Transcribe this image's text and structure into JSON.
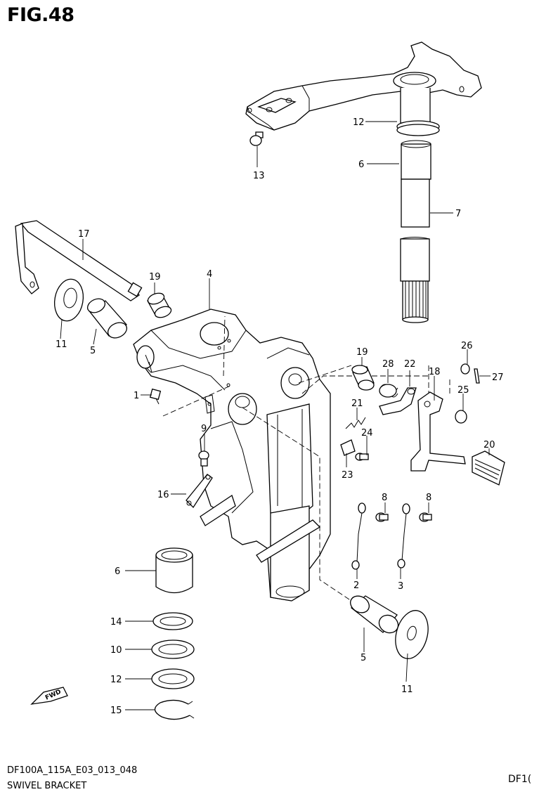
{
  "figure": {
    "title": "FIG.48",
    "reference_code": "DF100A_115A_E03_013_048",
    "part_name": "SWIVEL BRACKET",
    "right_reference": "DF1("
  },
  "callouts": [
    {
      "id": "c12a",
      "label": "12"
    },
    {
      "id": "c13",
      "label": "13"
    },
    {
      "id": "c6a",
      "label": "6"
    },
    {
      "id": "c7",
      "label": "7"
    },
    {
      "id": "c17",
      "label": "17"
    },
    {
      "id": "c19a",
      "label": "19"
    },
    {
      "id": "c4",
      "label": "4"
    },
    {
      "id": "c11a",
      "label": "11"
    },
    {
      "id": "c5a",
      "label": "5"
    },
    {
      "id": "c1",
      "label": "1"
    },
    {
      "id": "c9",
      "label": "9"
    },
    {
      "id": "c16",
      "label": "16"
    },
    {
      "id": "c19b",
      "label": "19"
    },
    {
      "id": "c28",
      "label": "28"
    },
    {
      "id": "c22",
      "label": "22"
    },
    {
      "id": "c18",
      "label": "18"
    },
    {
      "id": "c26",
      "label": "26"
    },
    {
      "id": "c27",
      "label": "27"
    },
    {
      "id": "c25",
      "label": "25"
    },
    {
      "id": "c21",
      "label": "21"
    },
    {
      "id": "c24",
      "label": "24"
    },
    {
      "id": "c23",
      "label": "23"
    },
    {
      "id": "c20",
      "label": "20"
    },
    {
      "id": "c8a",
      "label": "8"
    },
    {
      "id": "c8b",
      "label": "8"
    },
    {
      "id": "c2",
      "label": "2"
    },
    {
      "id": "c3",
      "label": "3"
    },
    {
      "id": "c6b",
      "label": "6"
    },
    {
      "id": "c14",
      "label": "14"
    },
    {
      "id": "c10",
      "label": "10"
    },
    {
      "id": "c12b",
      "label": "12"
    },
    {
      "id": "c15",
      "label": "15"
    },
    {
      "id": "c5b",
      "label": "5"
    },
    {
      "id": "c11b",
      "label": "11"
    }
  ],
  "icons": {
    "forward_arrow": "fwd-arrow-icon"
  }
}
